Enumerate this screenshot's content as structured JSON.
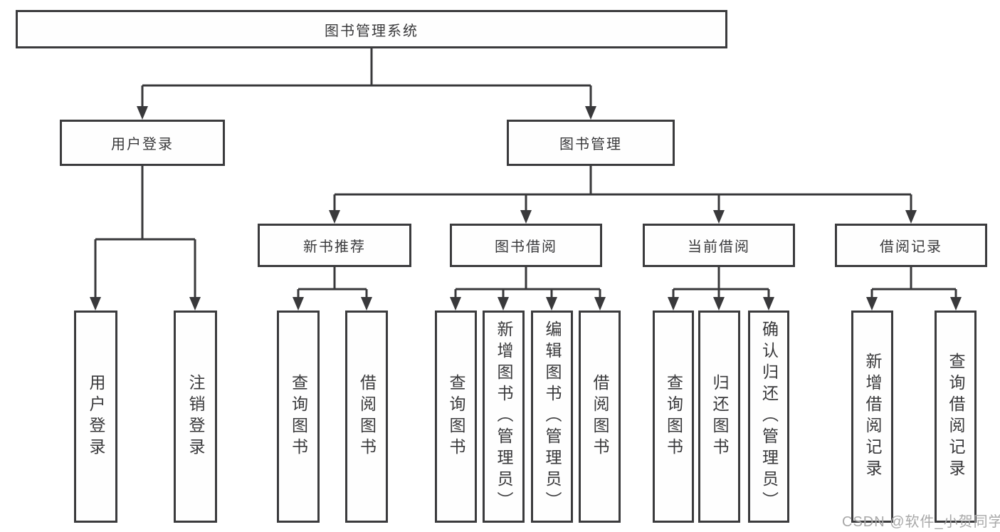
{
  "watermark": "CSDN @软件_小贺同学",
  "nodes": {
    "root": "图书管理系统",
    "level1": {
      "user_login": "用户登录",
      "book_management": "图书管理"
    },
    "level2": {
      "new_book_recommend": "新书推荐",
      "book_borrow": "图书借阅",
      "current_borrow": "当前借阅",
      "borrow_records": "借阅记录"
    },
    "leaves": {
      "user_login": [
        "用户登录",
        "注销登录"
      ],
      "new_book_recommend": [
        "查询图书",
        "借阅图书"
      ],
      "book_borrow": [
        "查询图书",
        "新增图书（管理员）",
        "编辑图书（管理员）",
        "借阅图书"
      ],
      "current_borrow": [
        "查询图书",
        "归还图书",
        "确认归还（管理员）"
      ],
      "borrow_records": [
        "新增借阅记录",
        "查询借阅记录"
      ]
    }
  }
}
